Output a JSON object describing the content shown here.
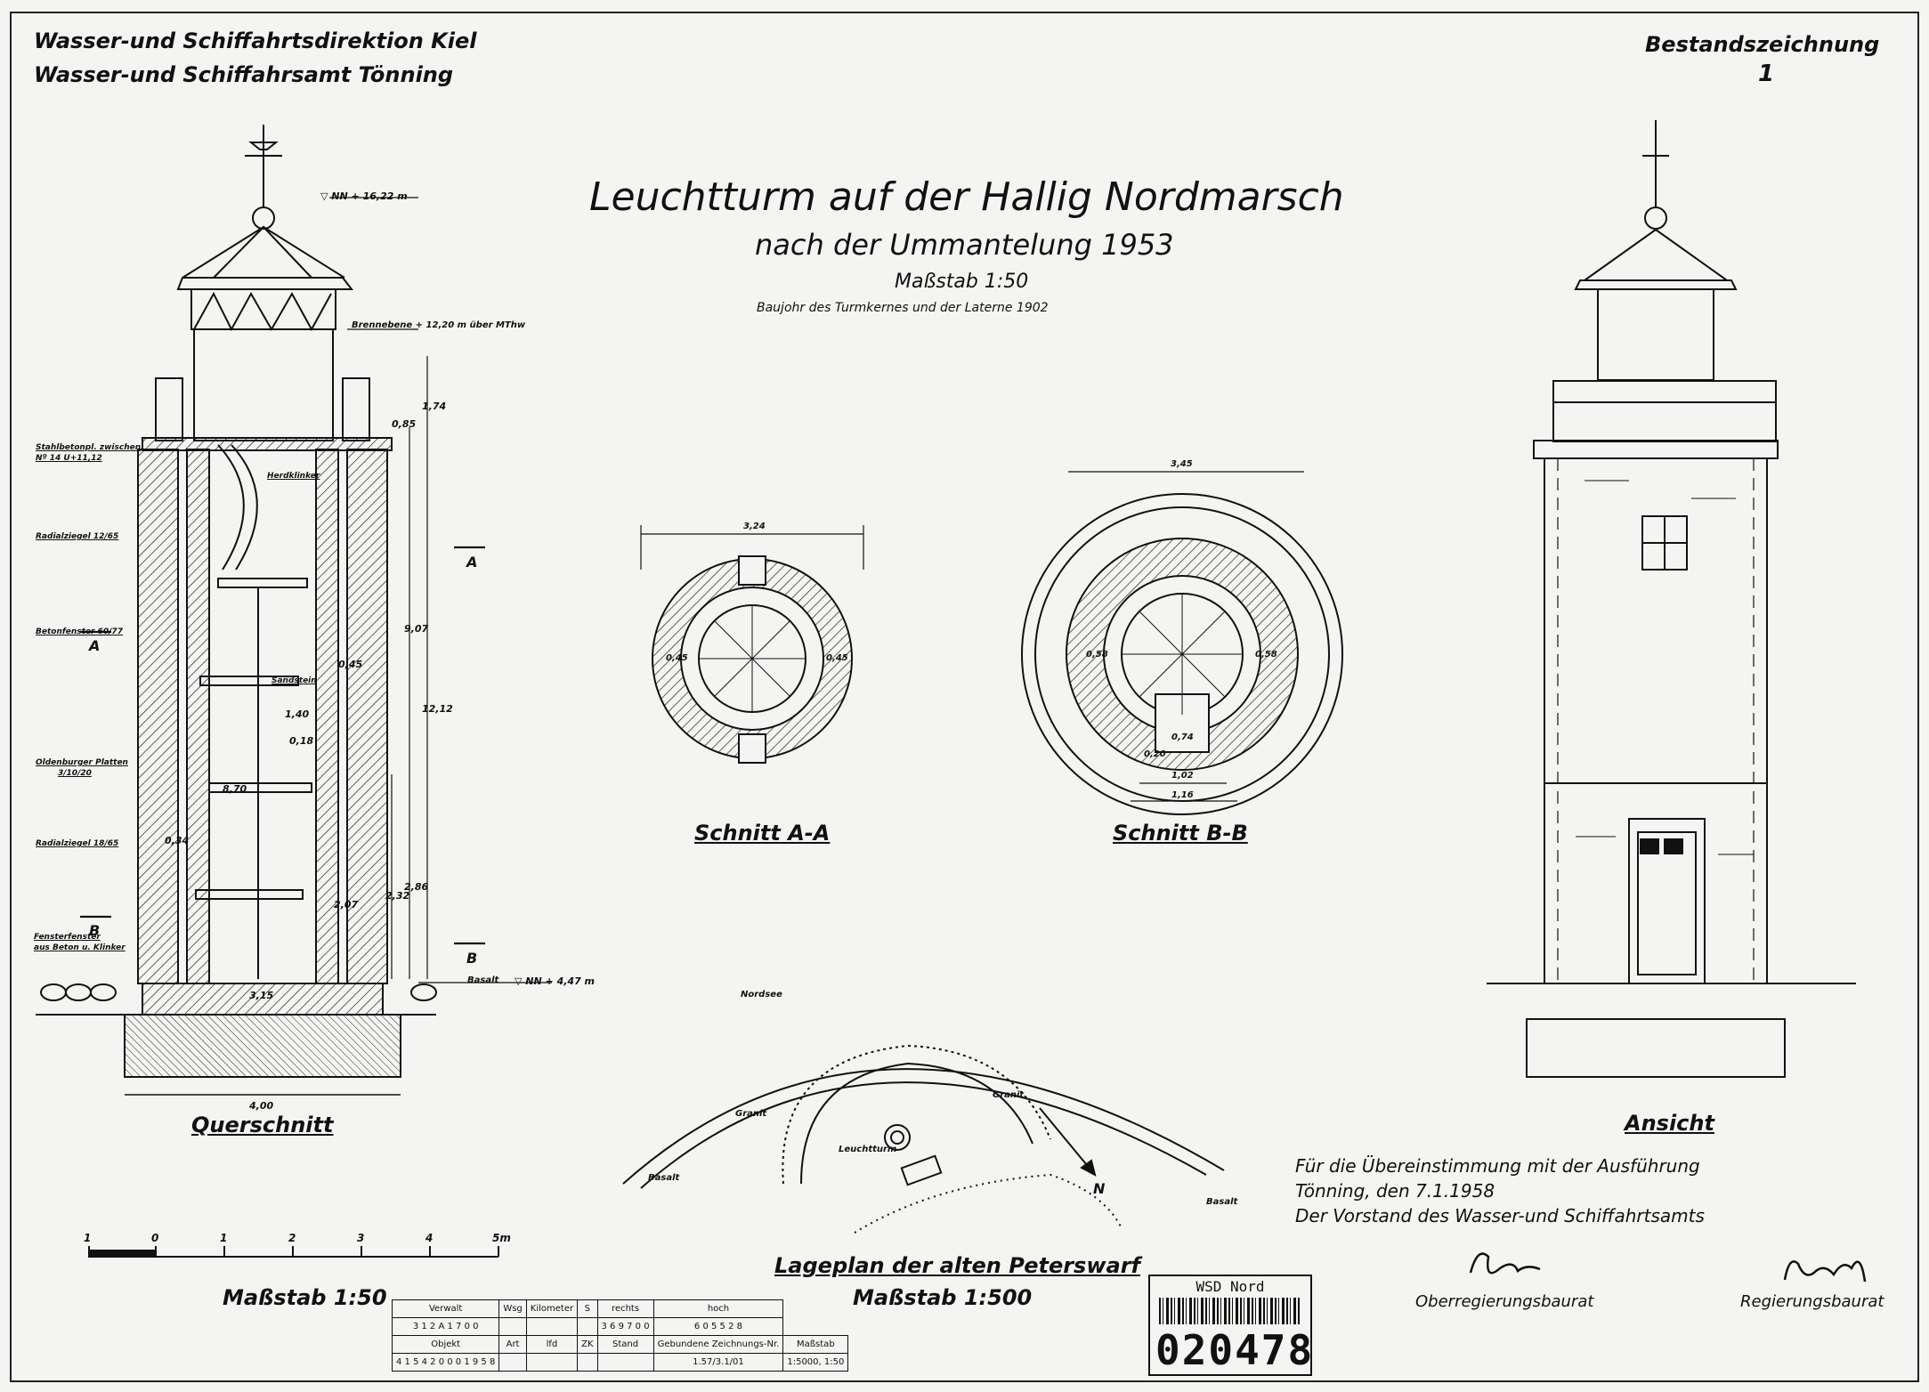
{
  "header": {
    "authority_1": "Wasser-und Schiffahrtsdirektion Kiel",
    "authority_2": "Wasser-und Schiffahrsamt Tönning",
    "doc_type": "Bestandszeichnung",
    "sheet_no": "1"
  },
  "title": {
    "main": "Leuchtturm auf der Hallig Nordmarsch",
    "sub": "nach der Ummantelung 1953",
    "scale": "Maßstab 1:50",
    "note": "Baujohr des Turmkernes und der Laterne 1902"
  },
  "section": {
    "caption": "Querschnitt",
    "top_height": "▽ NN + 16,22 m",
    "focal_plane": "Brennebene + 12,20 m über MThw",
    "annotations": [
      "Stahlbetonpl. zwischen",
      "Nº 14 U+11,12",
      "Radialziegel 12/65",
      "Betonfenster 60/77",
      "Oldenburger Platten",
      "3/10/20",
      "Radialziegel 18/65",
      "Fensterfenster",
      "aus Beton u. Klinker",
      "Herdklinker",
      "Sandstein"
    ],
    "dims": [
      "4,00",
      "3,15",
      "1,40",
      "0,18",
      "0,45",
      "0,34",
      "8,70",
      "2,07",
      "2,32",
      "2,86",
      "9,07",
      "12,12",
      "0,85",
      "1,74"
    ],
    "base_level": "▽ NN + 4,47 m",
    "base_label": "Basalt",
    "marker_a": "A",
    "marker_b": "B"
  },
  "schnitt_aa": {
    "caption": "Schnitt A-A",
    "dims": [
      "3,24",
      "0,45",
      "0,45"
    ]
  },
  "schnitt_bb": {
    "caption": "Schnitt B-B",
    "dims": [
      "3,45",
      "0,58",
      "0,58",
      "0,74",
      "0,20",
      "1,02",
      "1,16"
    ]
  },
  "ansicht": {
    "caption": "Ansicht"
  },
  "site_plan": {
    "caption": "Lageplan der alten Peterswarf",
    "scale": "Maßstab 1:500",
    "labels": [
      "Nordsee",
      "Granit",
      "Granit",
      "Leuchtturm",
      "Basalt",
      "Basalt",
      "N"
    ]
  },
  "scale_bar": {
    "ticks": [
      "1",
      "0",
      "1",
      "2",
      "3",
      "4",
      "5m"
    ],
    "label": "Maßstab 1:50"
  },
  "certification": {
    "line1": "Für die Übereinstimmung mit der Ausführung",
    "line2": "Tönning, den 7.1.1958",
    "line3": "Der Vorstand des Wasser-und Schiffahrtsamts",
    "role_left": "Oberregierungsbaurat",
    "role_right": "Regierungsbaurat"
  },
  "stamp": {
    "label": "WSD Nord",
    "number": "020478"
  },
  "title_block": {
    "row1": [
      "Verwalt",
      "Wsg",
      "Kilometer",
      "S",
      "rechts",
      "hoch"
    ],
    "row2": [
      "3 1 2 A 1 7 0 0",
      "",
      "",
      "",
      "3 6 9 7 0 0",
      "6 0 5 5 2 8"
    ],
    "row3": [
      "Objekt",
      "Art",
      "lfd",
      "ZK",
      "Stand",
      "Gebundene Zeichnungs-Nr.",
      "Maßstab"
    ],
    "row4": [
      "4 1 5 4 2 0 0 0 1 9 5 8",
      "",
      "",
      "",
      "",
      "1.57/3.1/01",
      "1:5000, 1:50"
    ]
  }
}
